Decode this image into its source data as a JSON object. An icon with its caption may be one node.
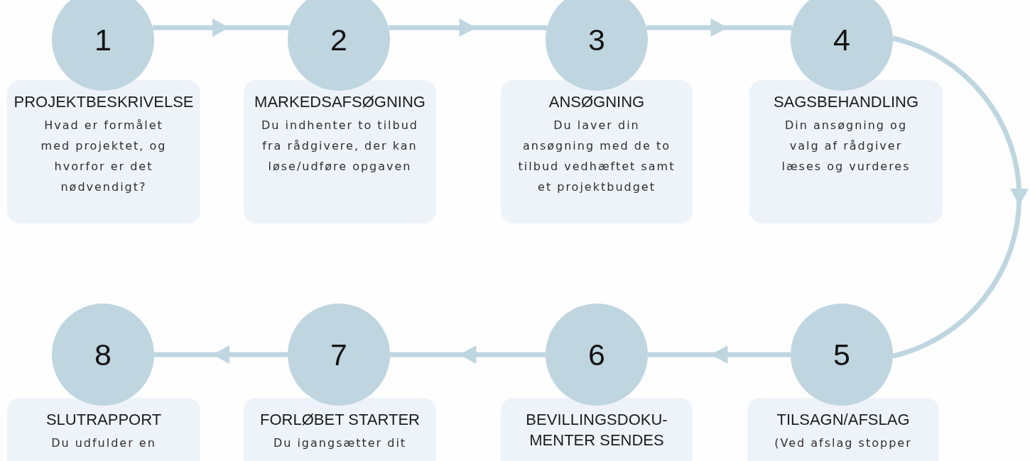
{
  "diagram": {
    "nodes": [
      {
        "text": [
          "1"
        ]
      },
      {
        "text": [
          "PROJEKTBESKRIVELSE",
          "Hvad er formålet med projektet, og hvorfor er det nødvendigt?"
        ]
      },
      {
        "text": [
          "2"
        ]
      },
      {
        "text": [
          "MARKEDSAFSØGNING",
          "Du indhenter to tilbud fra rådgivere, der kan løse/udføre opgaven"
        ]
      },
      {
        "text": [
          "3"
        ]
      },
      {
        "text": [
          "ANSØGNING",
          "Du laver din ansøgning med de to tilbud vedhæftet samt et projektbudget"
        ]
      },
      {
        "text": [
          "4"
        ]
      },
      {
        "text": [
          "SAGSBEHANDLING",
          "Din ansøgning og valg af rådgiver læses og vurderes"
        ]
      },
      {
        "text": [
          "5"
        ]
      },
      {
        "text": [
          "TILSAGN/AFSLAG",
          "(Ved afslag stopper"
        ]
      },
      {
        "text": [
          "6"
        ]
      },
      {
        "text": [
          "BEVILLINGSDOKU- MENTER SENDES"
        ]
      },
      {
        "text": [
          "7"
        ]
      },
      {
        "text": [
          "FORLØBET STARTER",
          "Du igangsætter dit"
        ]
      },
      {
        "text": [
          "8"
        ]
      },
      {
        "text": [
          "SLUTRAPPORT",
          "Du udfulder en"
        ]
      }
    ],
    "edges": [
      {
        "from": 0,
        "to": 2,
        "arrow": "to"
      },
      {
        "from": 2,
        "to": 4,
        "arrow": "to"
      },
      {
        "from": 4,
        "to": 6,
        "arrow": "to"
      },
      {
        "from": 6,
        "to": 8,
        "arrow": "to"
      },
      {
        "from": 8,
        "to": 10,
        "arrow": "to"
      },
      {
        "from": 10,
        "to": 12,
        "arrow": "to"
      },
      {
        "from": 12,
        "to": 14,
        "arrow": "to"
      }
    ]
  }
}
